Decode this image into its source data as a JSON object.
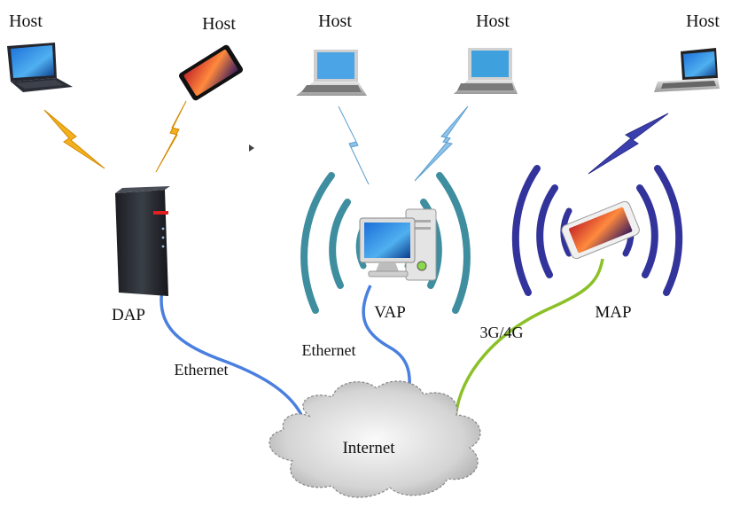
{
  "hosts": [
    {
      "label": "Host",
      "device": "laptop-icon"
    },
    {
      "label": "Host",
      "device": "smartphone-icon"
    },
    {
      "label": "Host",
      "device": "laptop-icon"
    },
    {
      "label": "Host",
      "device": "laptop-icon"
    },
    {
      "label": "Host",
      "device": "laptop-icon"
    }
  ],
  "access_points": {
    "dap": {
      "label": "DAP",
      "device": "router-icon"
    },
    "vap": {
      "label": "VAP",
      "device": "desktop-computer-icon"
    },
    "map": {
      "label": "MAP",
      "device": "smartphone-icon"
    }
  },
  "links": {
    "dap_internet": "Ethernet",
    "vap_internet": "Ethernet",
    "map_internet": "3G/4G"
  },
  "internet": {
    "label": "Internet",
    "device": "cloud-icon"
  },
  "colors": {
    "dap_wireless": "#f2b01e",
    "vap_wireless": "#8fc3ea",
    "map_wireless": "#3b3fae",
    "vap_waves": "#3f8ea0",
    "map_waves": "#33339c",
    "ethernet": "#4a7fe0",
    "cellular": "#8bc027",
    "cloud": "#c8c8c8"
  }
}
